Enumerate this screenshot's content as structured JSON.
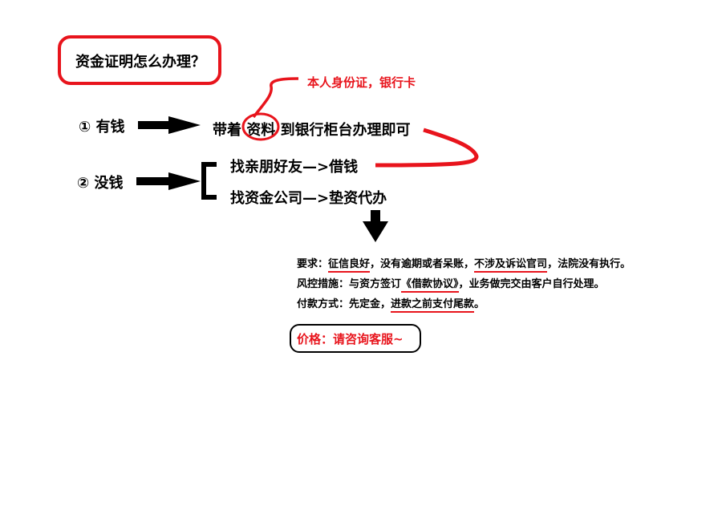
{
  "title": "资金证明怎么办理？",
  "note": "本人身份证，银行卡",
  "options": [
    {
      "number": "①",
      "label": "有钱",
      "action_prefix": "带着",
      "action_highlight": "资料",
      "action_suffix": "到银行柜台办理即可"
    },
    {
      "number": "②",
      "label": "没钱",
      "branches": [
        "找亲朋好友—>借钱",
        "找资金公司—>垫资代办"
      ]
    }
  ],
  "details": {
    "requirement": {
      "label": "要求：",
      "parts": [
        "征信良好",
        "，没有逾期或者呆账，",
        "不涉及诉讼官司",
        "，法院没有执行。"
      ]
    },
    "risk_control": {
      "label": "风控措施：",
      "parts": [
        "与资方签订",
        "《借款协议》",
        "，业务做完交由客户自行处理。"
      ]
    },
    "payment": {
      "label": "付款方式：",
      "parts": [
        "先定金，",
        "进款之前支付尾款",
        "。"
      ]
    }
  },
  "price": "价格：请咨询客服~",
  "colors": {
    "accent_red": "#e8141c",
    "text": "#000000",
    "background": "#ffffff"
  }
}
